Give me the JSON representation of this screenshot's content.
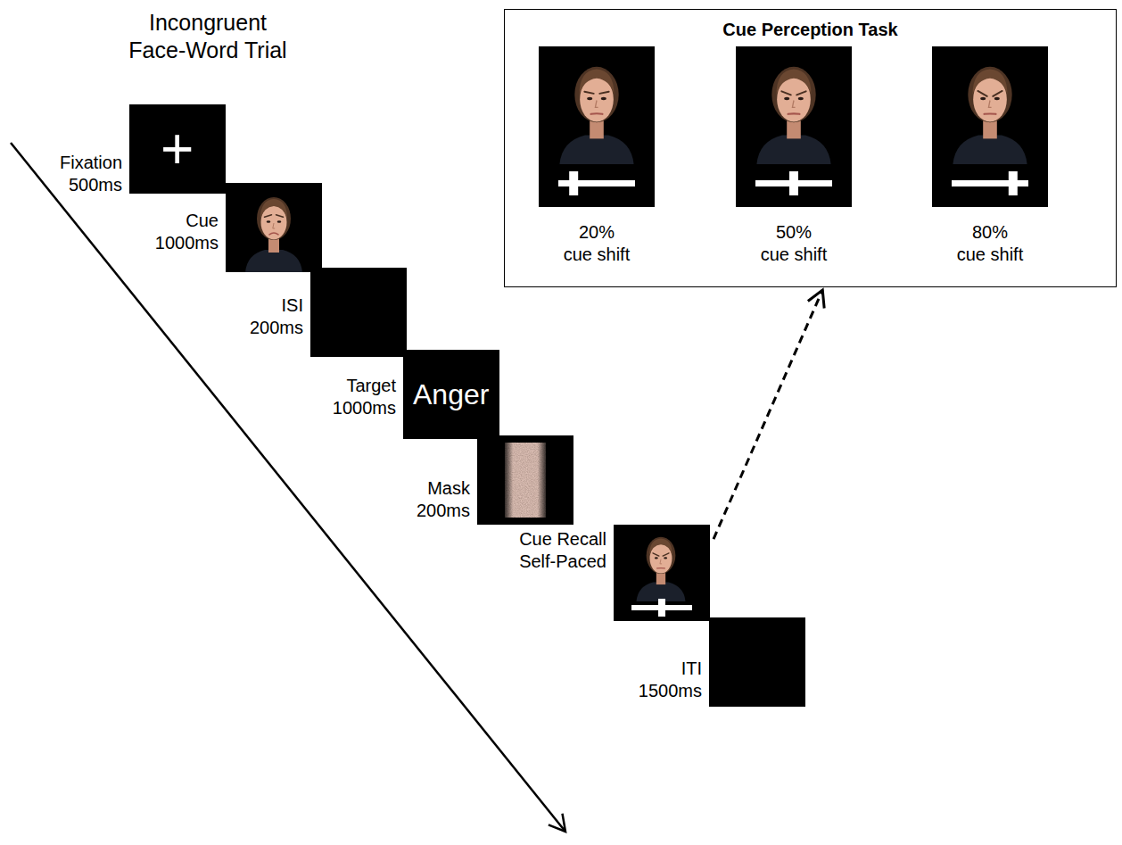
{
  "diagram": {
    "title": "Incongruent Face-Word Trial",
    "nodes": [
      {
        "text": [
          "Fixation 500ms",
          "+"
        ]
      },
      {
        "text": [
          "Cue 1000ms"
        ]
      },
      {
        "text": [
          "ISI 200ms"
        ]
      },
      {
        "text": [
          "Target 1000ms",
          "Anger"
        ]
      },
      {
        "text": [
          "Mask 200ms"
        ]
      },
      {
        "text": [
          "Cue Recall Self-Paced"
        ]
      },
      {
        "text": [
          "ITI 1500ms"
        ]
      },
      {
        "text": [
          "Cue Perception Task"
        ]
      },
      {
        "text": [
          "20% cue shift"
        ],
        "in": 7
      },
      {
        "text": [
          "50% cue shift"
        ],
        "in": 7
      },
      {
        "text": [
          "80% cue shift"
        ],
        "in": 7
      }
    ],
    "edges": [
      {
        "from": 5,
        "to": 7,
        "arrow": "to"
      }
    ]
  }
}
